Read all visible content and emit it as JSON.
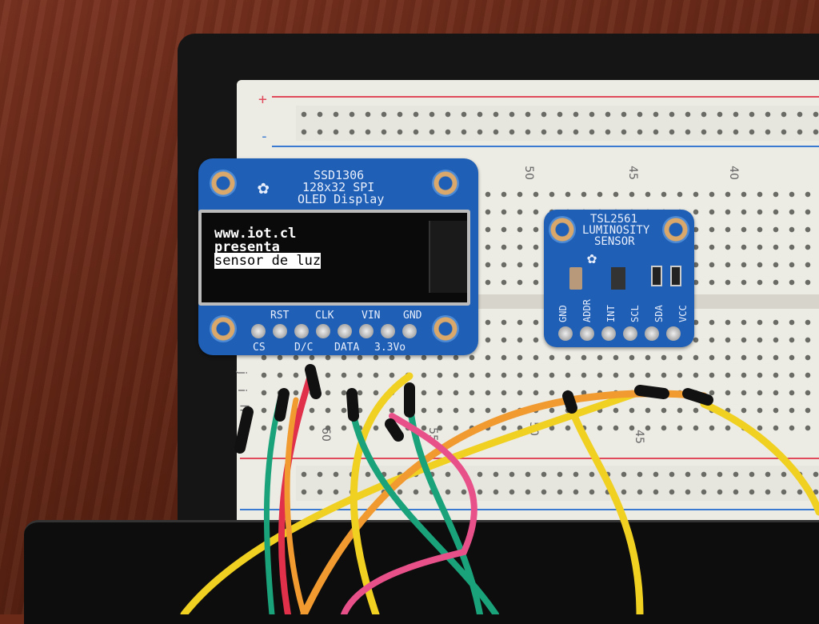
{
  "oled_module": {
    "title": "SSD1306",
    "subtitle": "128x32 SPI",
    "type": "OLED Display",
    "screen_lines": [
      "www.iot.cl",
      "presenta",
      "sensor de luz"
    ],
    "pins_top": [
      "RST",
      "CLK",
      "VIN",
      "GND"
    ],
    "pins_bottom": [
      "CS",
      "D/C",
      "DATA",
      "3.3Vo"
    ]
  },
  "sensor_module": {
    "title": "TSL2561",
    "line2": "LUMINOSITY",
    "line3": "SENSOR",
    "pins": [
      "GND",
      "ADDR",
      "INT",
      "SCL",
      "SDA",
      "VCC"
    ]
  },
  "breadboard": {
    "rail_plus": "+",
    "rail_minus": "-",
    "top_numbers": [
      "50",
      "45",
      "40"
    ],
    "bottom_numbers": [
      "60",
      "55",
      "50",
      "45"
    ],
    "row_letters": [
      "j",
      "i",
      "h"
    ]
  },
  "colors": {
    "pcb": "#1f5fb5",
    "wire_yellow": "#f0d020",
    "wire_orange": "#f09a30",
    "wire_green": "#1aa37a",
    "wire_red": "#e0304a",
    "wire_pink": "#e8508a"
  }
}
